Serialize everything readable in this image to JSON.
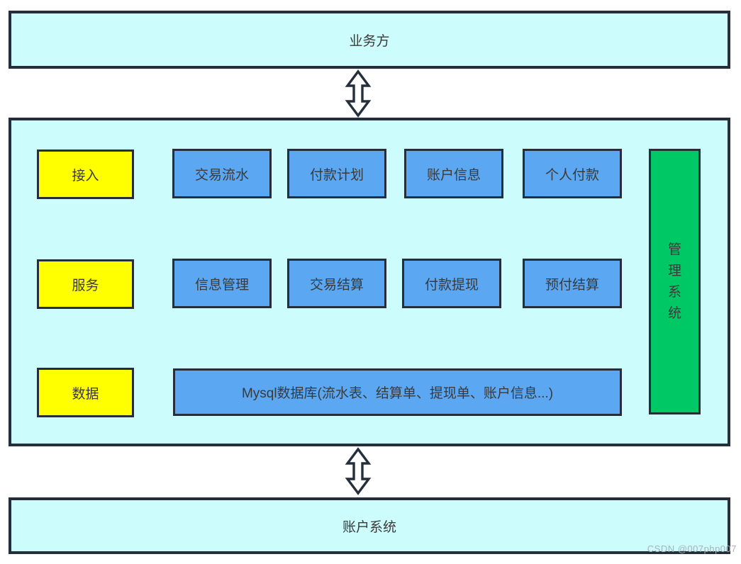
{
  "page": {
    "top_system": "业务方",
    "bottom_system": "账户系统",
    "watermark": "CSDN @007php007"
  },
  "diagram": {
    "layers": [
      {
        "category": "接入",
        "modules": [
          "交易流水",
          "付款计划",
          "账户信息",
          "个人付款"
        ]
      },
      {
        "category": "服务",
        "modules": [
          "信息管理",
          "交易结算",
          "付款提现",
          "预付结算"
        ]
      },
      {
        "category": "数据",
        "modules": [
          "Mysql数据库(流水表、结算单、提现单、账户信息...)"
        ]
      }
    ],
    "side_system": "管理系统",
    "connectors": [
      {
        "between": [
          "业务方",
          "主系统"
        ],
        "type": "double-arrow"
      },
      {
        "between": [
          "主系统",
          "账户系统"
        ],
        "type": "double-arrow"
      }
    ]
  },
  "colors": {
    "container_fill": "#CDFCFD",
    "module_fill": "#5BA7F2",
    "category_fill": "#FFFF00",
    "side_system_fill": "#00C864",
    "border": "#242F3B",
    "text": "#3A3A3A",
    "watermark": "#AAB1B7"
  }
}
